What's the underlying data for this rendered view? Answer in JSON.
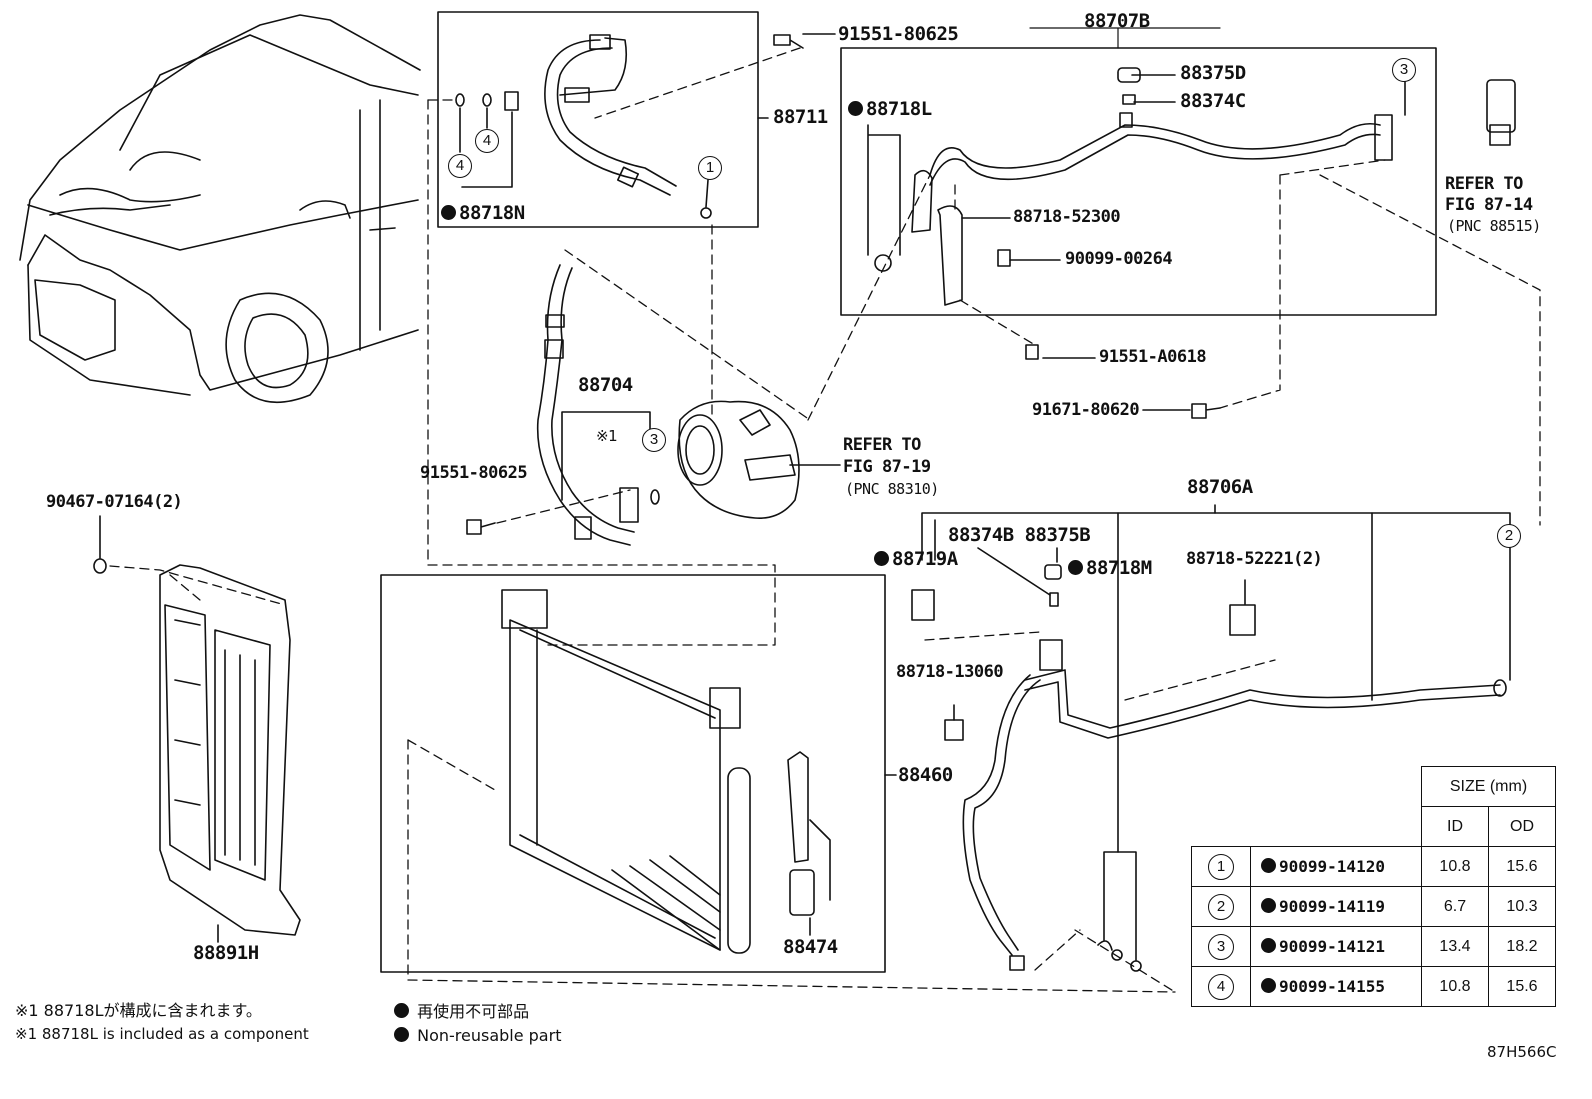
{
  "labels": {
    "p91551_80625_top": "91551-80625",
    "p88711": "88711",
    "p88718N": "88718N",
    "p88707B": "88707B",
    "p88375D": "88375D",
    "p88374C": "88374C",
    "p88718L": "88718L",
    "p88718_52300": "88718-52300",
    "p90099_00264": "90099-00264",
    "p91551_A0618": "91551-A0618",
    "p91671_80620": "91671-80620",
    "refer_87_14_l1": "REFER TO",
    "refer_87_14_l2": "FIG 87-14",
    "refer_87_14_l3": "(PNC 88515)",
    "p88704": "88704",
    "note_mark": "※1",
    "p91551_80625_mid": "91551-80625",
    "refer_87_19_l1": "REFER TO",
    "refer_87_19_l2": "FIG 87-19",
    "refer_87_19_l3": "(PNC 88310)",
    "p90467_07164": "90467-07164(2)",
    "p88706A": "88706A",
    "p88374B_88375B": "88374B 88375B",
    "p88719A": "88719A",
    "p88718M": "88718M",
    "p88718_52221": "88718-52221(2)",
    "p88718_13060": "88718-13060",
    "p88460": "88460",
    "p88474": "88474",
    "p88891H": "88891H",
    "callout_1": "1",
    "callout_2": "2",
    "callout_3": "3",
    "callout_4": "4",
    "figure_code": "87H566C"
  },
  "notes": {
    "jp_component": "※1 88718Lが構成に含まれます。",
    "en_component": "※1 88718L is included as a component",
    "jp_nonreusable": "再使用不可部品",
    "en_nonreusable": "Non-reusable part"
  },
  "size_table": {
    "title": "SIZE (mm)",
    "col_id": "ID",
    "col_od": "OD",
    "rows": [
      {
        "ref": "1",
        "part": "90099-14120",
        "id": "10.8",
        "od": "15.6"
      },
      {
        "ref": "2",
        "part": "90099-14119",
        "id": "6.7",
        "od": "10.3"
      },
      {
        "ref": "3",
        "part": "90099-14121",
        "id": "13.4",
        "od": "18.2"
      },
      {
        "ref": "4",
        "part": "90099-14155",
        "id": "10.8",
        "od": "15.6"
      }
    ]
  }
}
